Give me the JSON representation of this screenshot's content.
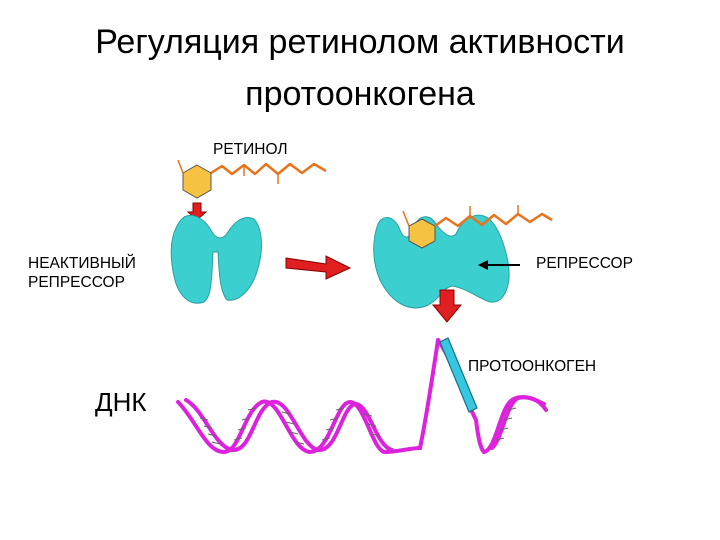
{
  "title": {
    "line1": "Регуляция ретинолом активности",
    "line2": "протоонкогена"
  },
  "labels": {
    "retinol": "РЕТИНОЛ",
    "inactive_repressor_line1": "НЕАКТИВНЫЙ",
    "inactive_repressor_line2": "РЕПРЕССОР",
    "repressor": "РЕПРЕССОР",
    "protooncogene": "ПРОТООНКОГЕН",
    "dna": "ДНК"
  },
  "colors": {
    "protein": "#3ccfcf",
    "hexagon": "#f5c242",
    "retinol_chain": "#e8731a",
    "arrow": "#e02020",
    "dna_strand": "#dd22dd",
    "gene_segment": "#35c8e0"
  }
}
